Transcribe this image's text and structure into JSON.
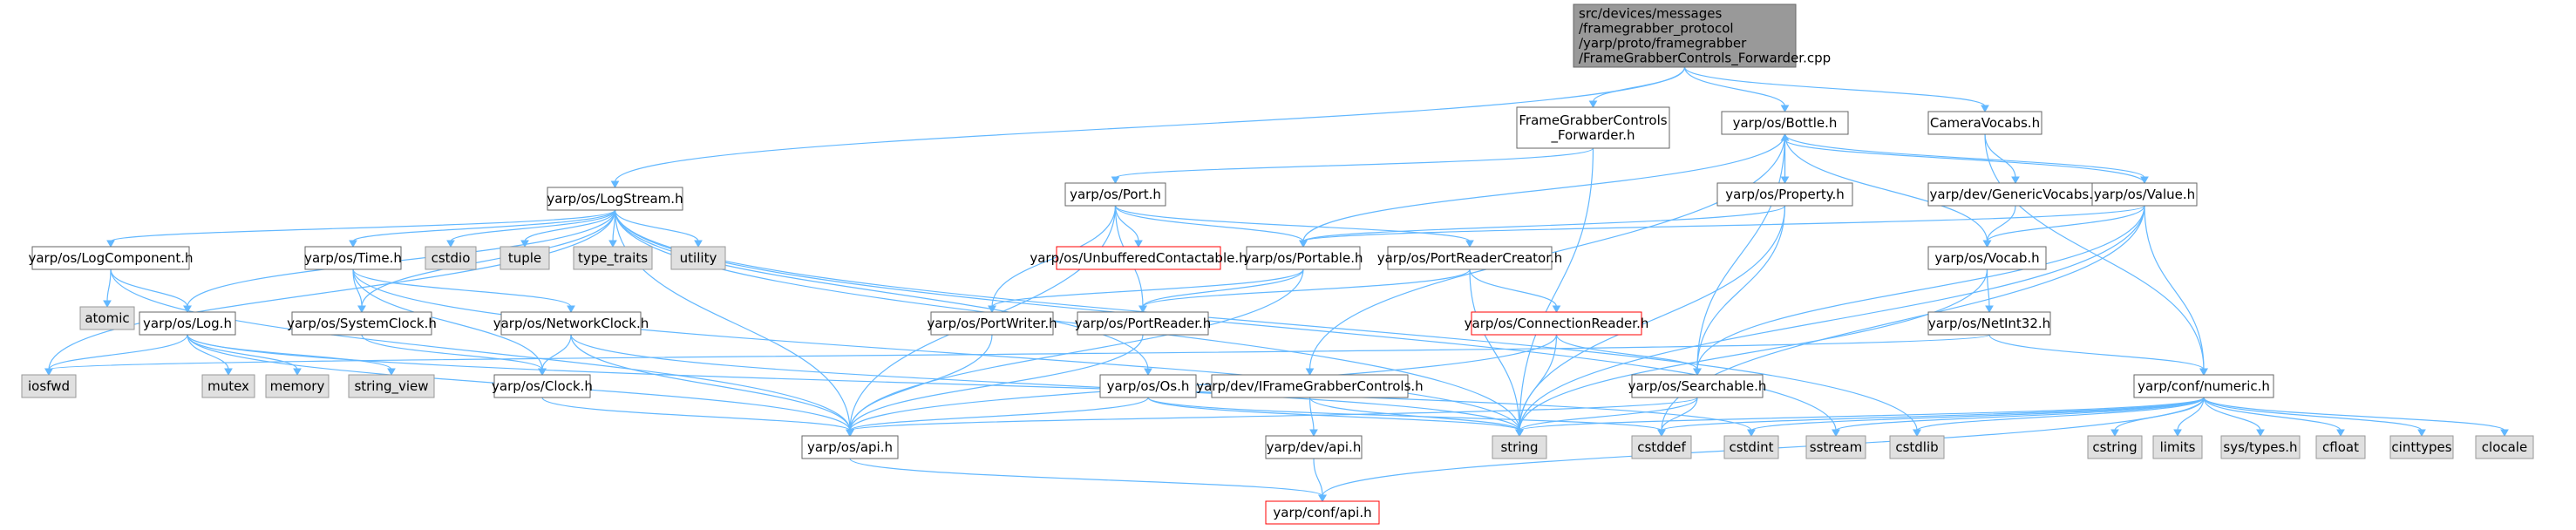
{
  "colors": {
    "root_fill": "#999999",
    "root_stroke": "#666666",
    "node_fill": "#ffffff",
    "node_stroke": "#666666",
    "missing_fill": "#e0e0e0",
    "missing_stroke": "#999999",
    "unresolved_stroke": "#ff0000",
    "edge": "#63b8ff"
  },
  "nodes": [
    {
      "id": "root",
      "kind": "root",
      "lines": [
        "src/devices/messages",
        "/framegrabber_protocol",
        "/yarp/proto/framegrabber",
        "/FrameGrabberControls_Forwarder.cpp"
      ]
    },
    {
      "id": "fgcfh",
      "kind": "normal",
      "lines": [
        "FrameGrabberControls",
        "_Forwarder.h"
      ]
    },
    {
      "id": "bottle",
      "kind": "normal",
      "lines": [
        "yarp/os/Bottle.h"
      ]
    },
    {
      "id": "camvocabs",
      "kind": "normal",
      "lines": [
        "CameraVocabs.h"
      ]
    },
    {
      "id": "logstream",
      "kind": "normal",
      "lines": [
        "yarp/os/LogStream.h"
      ]
    },
    {
      "id": "port",
      "kind": "normal",
      "lines": [
        "yarp/os/Port.h"
      ]
    },
    {
      "id": "property",
      "kind": "normal",
      "lines": [
        "yarp/os/Property.h"
      ]
    },
    {
      "id": "genericvocabs",
      "kind": "normal",
      "lines": [
        "yarp/dev/GenericVocabs.h"
      ]
    },
    {
      "id": "value",
      "kind": "normal",
      "lines": [
        "yarp/os/Value.h"
      ]
    },
    {
      "id": "logcomponent",
      "kind": "normal",
      "lines": [
        "yarp/os/LogComponent.h"
      ]
    },
    {
      "id": "time",
      "kind": "normal",
      "lines": [
        "yarp/os/Time.h"
      ]
    },
    {
      "id": "cstdio",
      "kind": "missing",
      "lines": [
        "cstdio"
      ]
    },
    {
      "id": "tuple",
      "kind": "missing",
      "lines": [
        "tuple"
      ]
    },
    {
      "id": "type_traits",
      "kind": "missing",
      "lines": [
        "type_traits"
      ]
    },
    {
      "id": "utility",
      "kind": "missing",
      "lines": [
        "utility"
      ]
    },
    {
      "id": "unbuffered",
      "kind": "unresolved",
      "lines": [
        "yarp/os/UnbufferedContactable.h"
      ]
    },
    {
      "id": "portable",
      "kind": "normal",
      "lines": [
        "yarp/os/Portable.h"
      ]
    },
    {
      "id": "portreadercreator",
      "kind": "normal",
      "lines": [
        "yarp/os/PortReaderCreator.h"
      ]
    },
    {
      "id": "vocab",
      "kind": "normal",
      "lines": [
        "yarp/os/Vocab.h"
      ]
    },
    {
      "id": "atomic",
      "kind": "missing",
      "lines": [
        "atomic"
      ]
    },
    {
      "id": "systemclock",
      "kind": "normal",
      "lines": [
        "yarp/os/SystemClock.h"
      ]
    },
    {
      "id": "log",
      "kind": "normal",
      "lines": [
        "yarp/os/Log.h"
      ]
    },
    {
      "id": "networkclock",
      "kind": "normal",
      "lines": [
        "yarp/os/NetworkClock.h"
      ]
    },
    {
      "id": "portwriter",
      "kind": "normal",
      "lines": [
        "yarp/os/PortWriter.h"
      ]
    },
    {
      "id": "portreader",
      "kind": "normal",
      "lines": [
        "yarp/os/PortReader.h"
      ]
    },
    {
      "id": "connectionreader",
      "kind": "unresolved",
      "lines": [
        "yarp/os/ConnectionReader.h"
      ]
    },
    {
      "id": "netint32",
      "kind": "normal",
      "lines": [
        "yarp/os/NetInt32.h"
      ]
    },
    {
      "id": "iosfwd",
      "kind": "missing",
      "lines": [
        "iosfwd"
      ]
    },
    {
      "id": "mutex",
      "kind": "missing",
      "lines": [
        "mutex"
      ]
    },
    {
      "id": "memory",
      "kind": "missing",
      "lines": [
        "memory"
      ]
    },
    {
      "id": "string_view",
      "kind": "missing",
      "lines": [
        "string_view"
      ]
    },
    {
      "id": "clock",
      "kind": "normal",
      "lines": [
        "yarp/os/Clock.h"
      ]
    },
    {
      "id": "os",
      "kind": "normal",
      "lines": [
        "yarp/os/Os.h"
      ]
    },
    {
      "id": "ifgc",
      "kind": "normal",
      "lines": [
        "yarp/dev/IFrameGrabberControls.h"
      ]
    },
    {
      "id": "searchable",
      "kind": "normal",
      "lines": [
        "yarp/os/Searchable.h"
      ]
    },
    {
      "id": "numeric",
      "kind": "normal",
      "lines": [
        "yarp/conf/numeric.h"
      ]
    },
    {
      "id": "osapi",
      "kind": "normal",
      "lines": [
        "yarp/os/api.h"
      ]
    },
    {
      "id": "string",
      "kind": "missing",
      "lines": [
        "string"
      ]
    },
    {
      "id": "devapi",
      "kind": "normal",
      "lines": [
        "yarp/dev/api.h"
      ]
    },
    {
      "id": "cstddef",
      "kind": "missing",
      "lines": [
        "cstddef"
      ]
    },
    {
      "id": "cstdint",
      "kind": "missing",
      "lines": [
        "cstdint"
      ]
    },
    {
      "id": "sstream",
      "kind": "missing",
      "lines": [
        "sstream"
      ]
    },
    {
      "id": "cstdlib",
      "kind": "missing",
      "lines": [
        "cstdlib"
      ]
    },
    {
      "id": "cstring",
      "kind": "missing",
      "lines": [
        "cstring"
      ]
    },
    {
      "id": "limits",
      "kind": "missing",
      "lines": [
        "limits"
      ]
    },
    {
      "id": "systypes",
      "kind": "missing",
      "lines": [
        "sys/types.h"
      ]
    },
    {
      "id": "cfloat",
      "kind": "missing",
      "lines": [
        "cfloat"
      ]
    },
    {
      "id": "cinttypes",
      "kind": "missing",
      "lines": [
        "cinttypes"
      ]
    },
    {
      "id": "clocale",
      "kind": "missing",
      "lines": [
        "clocale"
      ]
    },
    {
      "id": "confapi",
      "kind": "unresolved",
      "lines": [
        "yarp/conf/api.h"
      ]
    }
  ],
  "edges": [
    [
      "root",
      "fgcfh"
    ],
    [
      "root",
      "bottle"
    ],
    [
      "root",
      "camvocabs"
    ],
    [
      "root",
      "logstream"
    ],
    [
      "fgcfh",
      "port"
    ],
    [
      "fgcfh",
      "string"
    ],
    [
      "bottle",
      "property"
    ],
    [
      "bottle",
      "value"
    ],
    [
      "bottle",
      "portable"
    ],
    [
      "bottle",
      "searchable"
    ],
    [
      "bottle",
      "vocab"
    ],
    [
      "bottle",
      "ifgc"
    ],
    [
      "camvocabs",
      "genericvocabs"
    ],
    [
      "camvocabs",
      "numeric"
    ],
    [
      "genericvocabs",
      "vocab"
    ],
    [
      "property",
      "bottle"
    ],
    [
      "property",
      "portable"
    ],
    [
      "property",
      "searchable"
    ],
    [
      "property",
      "string"
    ],
    [
      "value",
      "bottle"
    ],
    [
      "value",
      "portable"
    ],
    [
      "value",
      "searchable"
    ],
    [
      "value",
      "vocab"
    ],
    [
      "value",
      "numeric"
    ],
    [
      "value",
      "string"
    ],
    [
      "value",
      "cstddef"
    ],
    [
      "logstream",
      "logcomponent"
    ],
    [
      "logstream",
      "time"
    ],
    [
      "logstream",
      "cstdio"
    ],
    [
      "logstream",
      "tuple"
    ],
    [
      "logstream",
      "type_traits"
    ],
    [
      "logstream",
      "utility"
    ],
    [
      "logstream",
      "log"
    ],
    [
      "logstream",
      "systemclock"
    ],
    [
      "logstream",
      "iosfwd"
    ],
    [
      "logstream",
      "os"
    ],
    [
      "logstream",
      "osapi"
    ],
    [
      "logstream",
      "string"
    ],
    [
      "logstream",
      "sstream"
    ],
    [
      "logstream",
      "cstdlib"
    ],
    [
      "port",
      "unbuffered"
    ],
    [
      "port",
      "portable"
    ],
    [
      "port",
      "portreadercreator"
    ],
    [
      "port",
      "portwriter"
    ],
    [
      "port",
      "portreader"
    ],
    [
      "port",
      "osapi"
    ],
    [
      "portable",
      "portwriter"
    ],
    [
      "portable",
      "portreader"
    ],
    [
      "portable",
      "osapi"
    ],
    [
      "portreadercreator",
      "portreader"
    ],
    [
      "portreadercreator",
      "connectionreader"
    ],
    [
      "portreadercreator",
      "string"
    ],
    [
      "connectionreader",
      "searchable"
    ],
    [
      "connectionreader",
      "osapi"
    ],
    [
      "connectionreader",
      "string"
    ],
    [
      "portwriter",
      "osapi"
    ],
    [
      "portreader",
      "osapi"
    ],
    [
      "vocab",
      "netint32"
    ],
    [
      "vocab",
      "string"
    ],
    [
      "netint32",
      "numeric"
    ],
    [
      "netint32",
      "iosfwd"
    ],
    [
      "logcomponent",
      "atomic"
    ],
    [
      "logcomponent",
      "log"
    ],
    [
      "logcomponent",
      "osapi"
    ],
    [
      "time",
      "systemclock"
    ],
    [
      "time",
      "networkclock"
    ],
    [
      "time",
      "clock"
    ],
    [
      "time",
      "string"
    ],
    [
      "systemclock",
      "clock"
    ],
    [
      "networkclock",
      "clock"
    ],
    [
      "networkclock",
      "osapi"
    ],
    [
      "networkclock",
      "string"
    ],
    [
      "log",
      "iosfwd"
    ],
    [
      "log",
      "mutex"
    ],
    [
      "log",
      "memory"
    ],
    [
      "log",
      "string_view"
    ],
    [
      "log",
      "osapi"
    ],
    [
      "log",
      "cstdint"
    ],
    [
      "clock",
      "osapi"
    ],
    [
      "os",
      "osapi"
    ],
    [
      "os",
      "string"
    ],
    [
      "os",
      "cstddef"
    ],
    [
      "ifgc",
      "devapi"
    ],
    [
      "ifgc",
      "string"
    ],
    [
      "searchable",
      "osapi"
    ],
    [
      "searchable",
      "string"
    ],
    [
      "searchable",
      "cstddef"
    ],
    [
      "numeric",
      "confapi"
    ],
    [
      "numeric",
      "string"
    ],
    [
      "numeric",
      "cstddef"
    ],
    [
      "numeric",
      "cstdint"
    ],
    [
      "numeric",
      "cstring"
    ],
    [
      "numeric",
      "limits"
    ],
    [
      "numeric",
      "systypes"
    ],
    [
      "numeric",
      "cfloat"
    ],
    [
      "numeric",
      "cinttypes"
    ],
    [
      "numeric",
      "clocale"
    ],
    [
      "numeric",
      "sstream"
    ],
    [
      "numeric",
      "cstdlib"
    ],
    [
      "osapi",
      "confapi"
    ],
    [
      "devapi",
      "confapi"
    ]
  ]
}
